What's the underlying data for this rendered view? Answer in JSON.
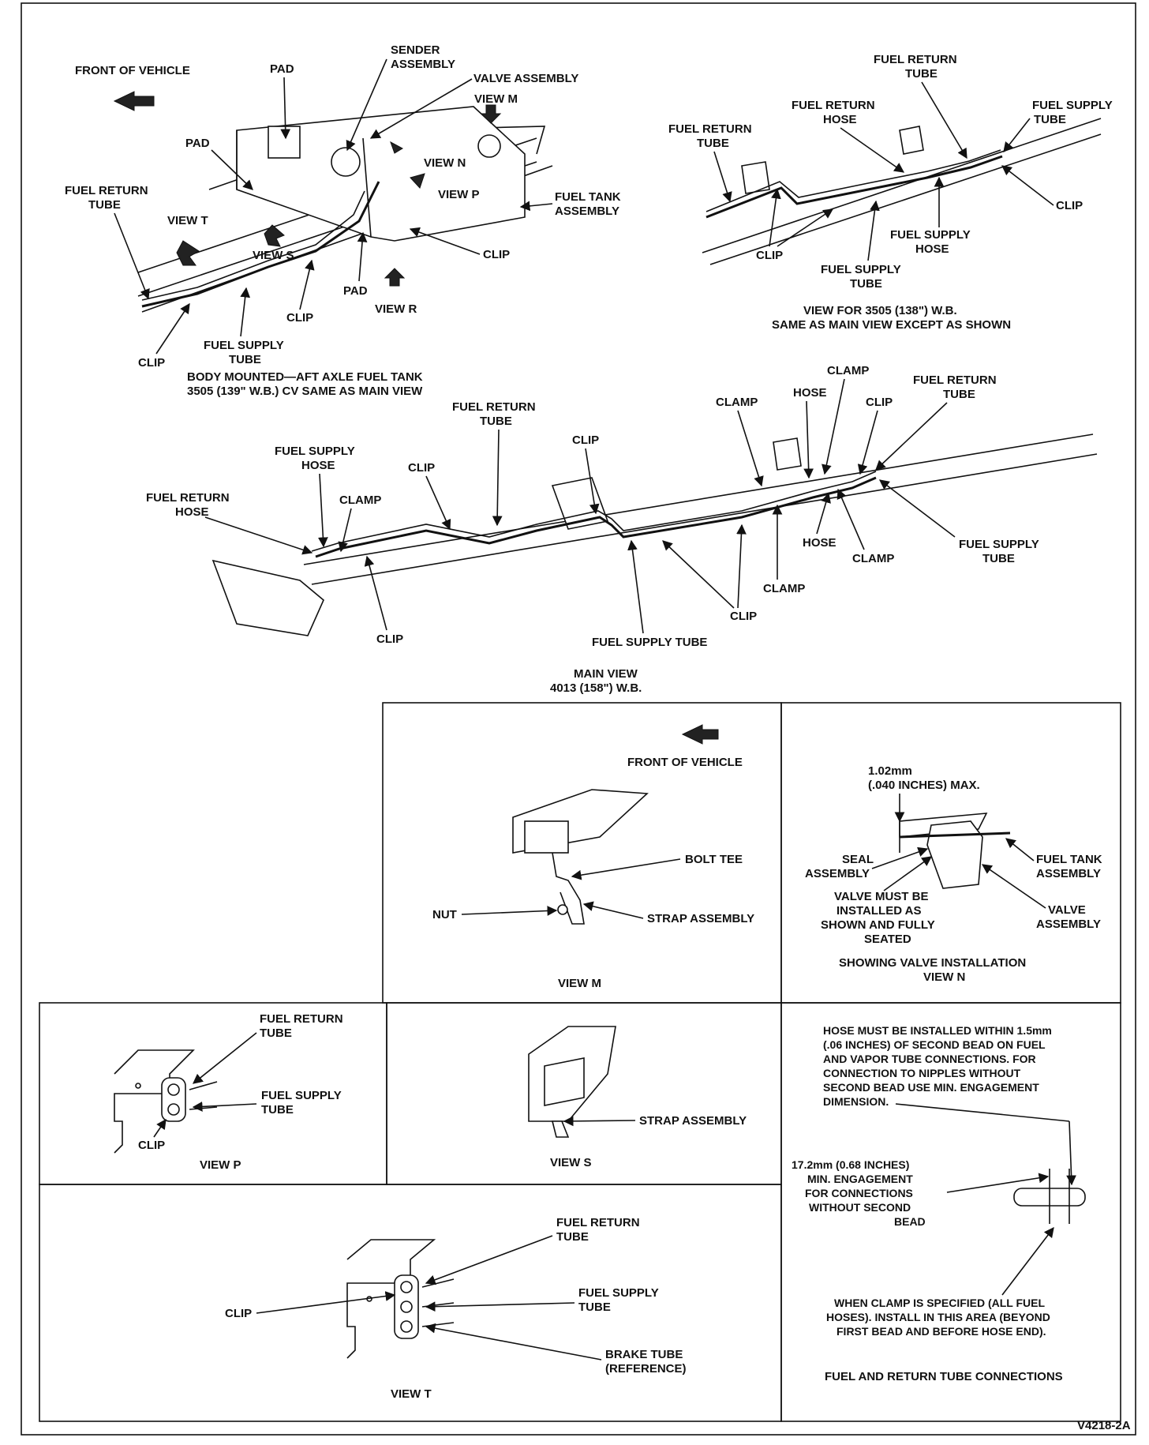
{
  "labels": {
    "front_vehicle_top": "FRONT OF VEHICLE",
    "pad_top": "PAD",
    "sender_1": "SENDER",
    "sender_2": "ASSEMBLY",
    "valve_assembly": "VALVE ASSEMBLY",
    "view_m_arrow": "VIEW M",
    "pad_left": "PAD",
    "view_n_arrow": "VIEW N",
    "view_p_arrow": "VIEW P",
    "fuel_tank_1": "FUEL TANK",
    "fuel_tank_2": "ASSEMBLY",
    "tl_return_1": "FUEL RETURN",
    "tl_return_2": "TUBE",
    "view_t_arrow": "VIEW T",
    "view_s_arrow": "VIEW S",
    "clip_tank": "CLIP",
    "pad_bottom": "PAD",
    "view_r_arrow": "VIEW R",
    "clip_mid": "CLIP",
    "clip_left": "CLIP",
    "tl_supply_1": "FUEL SUPPLY",
    "tl_supply_2": "TUBE",
    "body_caption_1": "BODY MOUNTED—AFT AXLE FUEL TANK",
    "body_caption_2": "3505 (139\" W.B.) CV SAME AS MAIN VIEW",
    "tr_return_top_1": "FUEL RETURN",
    "tr_return_top_2": "TUBE",
    "tr_return_hose_1": "FUEL RETURN",
    "tr_return_hose_2": "HOSE",
    "tr_supply_tube_r1": "FUEL SUPPLY",
    "tr_supply_tube_r2": "TUBE",
    "tr_return_left_1": "FUEL RETURN",
    "tr_return_left_2": "TUBE",
    "tr_clip_right": "CLIP",
    "tr_supply_hose_1": "FUEL SUPPLY",
    "tr_supply_hose_2": "HOSE",
    "tr_clip_left": "CLIP",
    "tr_supply_bottom_1": "FUEL SUPPLY",
    "tr_supply_bottom_2": "TUBE",
    "tr_caption_1": "VIEW FOR 3505 (138\") W.B.",
    "tr_caption_2": "SAME AS MAIN VIEW EXCEPT AS SHOWN",
    "mv_clamp_top": "CLAMP",
    "mv_return_right_1": "FUEL RETURN",
    "mv_return_right_2": "TUBE",
    "mv_clamp_a": "CLAMP",
    "mv_hose_a": "HOSE",
    "mv_clip_a": "CLIP",
    "mv_return_mid_1": "FUEL RETURN",
    "mv_return_mid_2": "TUBE",
    "mv_clip_b": "CLIP",
    "mv_supply_hose_1": "FUEL SUPPLY",
    "mv_supply_hose_2": "HOSE",
    "mv_clip_c": "CLIP",
    "mv_return_hose_1": "FUEL RETURN",
    "mv_return_hose_2": "HOSE",
    "mv_clamp_b": "CLAMP",
    "mv_hose_b": "HOSE",
    "mv_clamp_c": "CLAMP",
    "mv_supply_right_1": "FUEL SUPPLY",
    "mv_supply_right_2": "TUBE",
    "mv_clamp_d": "CLAMP",
    "mv_clip_d": "CLIP",
    "mv_clip_e": "CLIP",
    "mv_supply_tube": "FUEL SUPPLY TUBE",
    "main_caption_1": "MAIN VIEW",
    "main_caption_2": "4013 (158\") W.B.",
    "vm_front": "FRONT OF VEHICLE",
    "vm_bolt_tee": "BOLT TEE",
    "vm_nut": "NUT",
    "vm_strap": "STRAP ASSEMBLY",
    "vm_title": "VIEW M",
    "vn_max_1": "1.02mm",
    "vn_max_2": "(.040 INCHES) MAX.",
    "vn_seal_1": "SEAL",
    "vn_seal_2": "ASSEMBLY",
    "vn_tank_1": "FUEL TANK",
    "vn_tank_2": "ASSEMBLY",
    "vn_valve_note_1": "VALVE MUST BE",
    "vn_valve_note_2": "INSTALLED AS",
    "vn_valve_note_3": "SHOWN AND FULLY",
    "vn_valve_note_4": "SEATED",
    "vn_valve_1": "VALVE",
    "vn_valve_2": "ASSEMBLY",
    "vn_title_1": "SHOWING VALVE INSTALLATION",
    "vn_title_2": "VIEW N",
    "vp_return_1": "FUEL RETURN",
    "vp_return_2": "TUBE",
    "vp_supply_1": "FUEL SUPPLY",
    "vp_supply_2": "TUBE",
    "vp_clip": "CLIP",
    "vp_title": "VIEW P",
    "vs_strap": "STRAP ASSEMBLY",
    "vs_title": "VIEW S",
    "ft_note_1": "HOSE MUST BE INSTALLED WITHIN 1.5mm",
    "ft_note_2": "(.06 INCHES) OF SECOND BEAD ON FUEL",
    "ft_note_3": "AND VAPOR TUBE CONNECTIONS. FOR",
    "ft_note_4": "CONNECTION TO NIPPLES WITHOUT",
    "ft_note_5": "SECOND BEAD USE MIN. ENGAGEMENT",
    "ft_note_6": "DIMENSION.",
    "ft_eng_1": "17.2mm (0.68 INCHES)",
    "ft_eng_2": "MIN. ENGAGEMENT",
    "ft_eng_3": "FOR CONNECTIONS",
    "ft_eng_4": "WITHOUT SECOND",
    "ft_eng_5": "BEAD",
    "ft_clamp_1": "WHEN CLAMP IS SPECIFIED (ALL FUEL",
    "ft_clamp_2": "HOSES). INSTALL IN THIS AREA (BEYOND",
    "ft_clamp_3": "FIRST BEAD AND BEFORE HOSE END).",
    "ft_title": "FUEL AND RETURN TUBE CONNECTIONS",
    "vt_return_1": "FUEL RETURN",
    "vt_return_2": "TUBE",
    "vt_clip": "CLIP",
    "vt_supply_1": "FUEL SUPPLY",
    "vt_supply_2": "TUBE",
    "vt_brake_1": "BRAKE TUBE",
    "vt_brake_2": "(REFERENCE)",
    "vt_title": "VIEW T",
    "figure_id": "V4218-2A"
  }
}
